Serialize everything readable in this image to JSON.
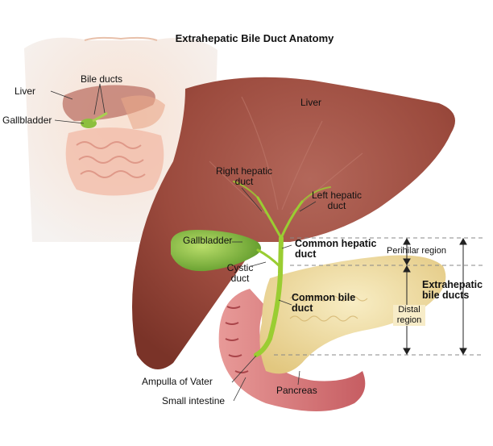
{
  "title": "Extrahepatic Bile Duct Anatomy",
  "inset": {
    "liver": "Liver",
    "bile_ducts": "Bile ducts",
    "gallbladder": "Gallbladder"
  },
  "labels": {
    "liver": "Liver",
    "right_hepatic_duct": "Right hepatic\nduct",
    "left_hepatic_duct": "Left hepatic\nduct",
    "gallbladder": "Gallbladder",
    "common_hepatic_duct": "Common hepatic\nduct",
    "cystic_duct": "Cystic\nduct",
    "common_bile_duct": "Common bile\nduct",
    "perihilar_region": "Perihilar region",
    "distal_region": "Distal\nregion",
    "extrahepatic_bile_ducts": "Extrahepatic\nbile ducts",
    "ampulla_of_vater": "Ampulla of Vater",
    "small_intestine": "Small intestine",
    "pancreas": "Pancreas"
  },
  "colors": {
    "liver": "#9b4a3d",
    "gallbladder": "#7fb13a",
    "bile_duct": "#9acd32",
    "pancreas": "#f0dea0",
    "intestine": "#d97a7c",
    "skin": "#f2c9b0"
  }
}
